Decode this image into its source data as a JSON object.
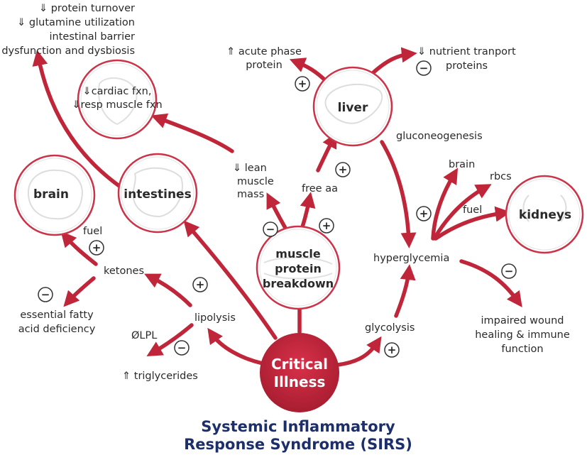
{
  "title": {
    "line1": "Systemic Inflammatory",
    "line2": "Response Syndrome (SIRS)"
  },
  "center": {
    "line1": "Critical",
    "line2": "Illness"
  },
  "organs": {
    "liver": "liver",
    "brain": "brain",
    "intestines": "intestines",
    "kidneys": "kidneys",
    "muscle_line1": "muscle",
    "muscle_line2": "protein",
    "muscle_line3": "breakdown",
    "heart_line1": "⇓cardiac fxn,",
    "heart_line2": "⇓resp muscle fxn"
  },
  "labels": {
    "protein_turnover": "⇓ protein turnover",
    "glutamine": "⇓ glutamine utilization",
    "barrier1": "intestinal barrier",
    "barrier2": "dysfunction and dysbiosis",
    "acute1": "⇑ acute phase",
    "acute2": "protein",
    "nutrient1": "⇓ nutrient tranport",
    "nutrient2": "proteins",
    "gluconeogenesis": "gluconeogenesis",
    "lean1": "⇓ lean",
    "lean2": "muscle",
    "lean3": "mass",
    "free_aa": "free aa",
    "brain_small": "brain",
    "rbcs": "rbcs",
    "fuel_kidney": "fuel",
    "fuel_brain": "fuel",
    "ketones": "ketones",
    "hyperglycemia": "hyperglycemia",
    "efa1": "essential fatty",
    "efa2": "acid deficiency",
    "lipolysis": "lipolysis",
    "lpl": "ØLPL",
    "triglycerides": "⇑ triglycerides",
    "glycolysis": "glycolysis",
    "wound1": "impaired wound",
    "wound2": "healing & immune",
    "wound3": "function"
  },
  "signs": {
    "plus": "+",
    "minus": "−"
  },
  "colors": {
    "arrow": "#c0263a",
    "center_fill": "#c0263a",
    "circle_fill": "#c0263a",
    "title": "#1d2f6b"
  }
}
